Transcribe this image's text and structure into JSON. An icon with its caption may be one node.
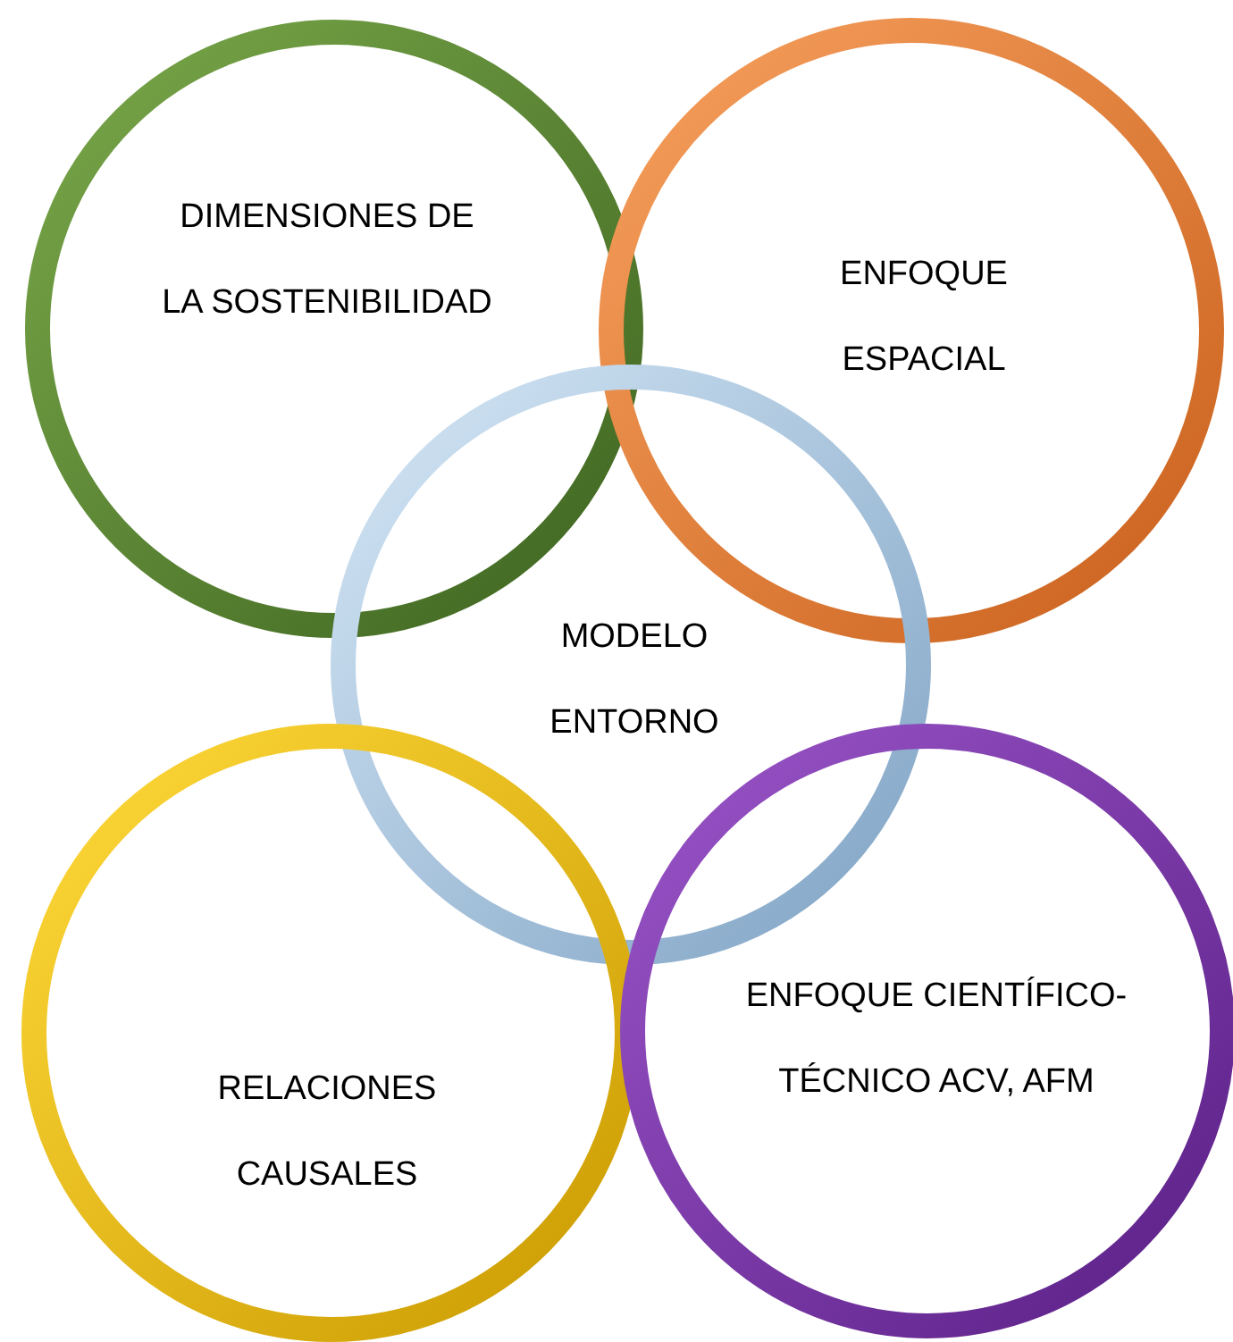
{
  "diagram": {
    "nodes": [
      {
        "text": [
          "DIMENSIONES DE LA SOSTENIBILIDAD"
        ]
      },
      {
        "text": [
          "ENFOQUE ESPACIAL"
        ]
      },
      {
        "text": [
          "MODELO ENTORNO"
        ]
      },
      {
        "text": [
          "RELACIONES CAUSALES"
        ]
      },
      {
        "text": [
          "ENFOQUE CIENTÍFICO-TÉCNICO ACV, AFM"
        ]
      }
    ],
    "edges": []
  }
}
